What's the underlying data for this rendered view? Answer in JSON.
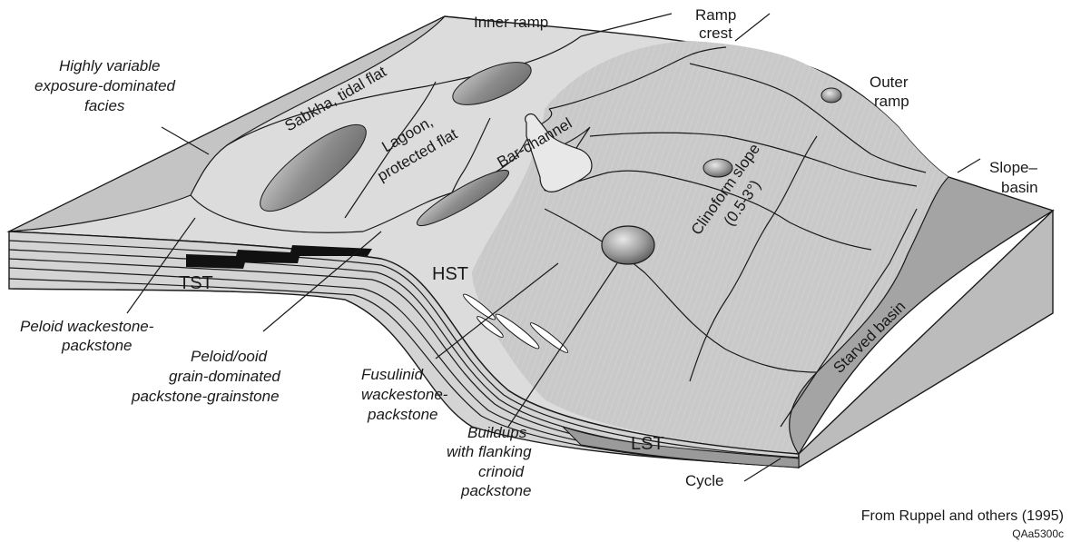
{
  "labels": {
    "inner_ramp": "Inner ramp",
    "ramp_crest_1": "Ramp",
    "ramp_crest_2": "crest",
    "outer_ramp_1": "Outer",
    "outer_ramp_2": "ramp",
    "slope_basin_1": "Slope–",
    "slope_basin_2": "basin",
    "exposure_1": "Highly variable",
    "exposure_2": "exposure-dominated",
    "exposure_3": "facies",
    "sabkha": "Sabkha, tidal flat",
    "lagoon_1": "Lagoon,",
    "lagoon_2": "protected flat",
    "bar_channel": "Bar-channel",
    "clinoform_1": "Clinoform slope",
    "clinoform_2": "(0.5-3°)",
    "starved_basin": "Starved basin",
    "tst": "TST",
    "hst": "HST",
    "lst": "LST",
    "peloid_wack_1": "Peloid wackestone-",
    "peloid_wack_2": "packstone",
    "peloid_ooid_1": "Peloid/ooid",
    "peloid_ooid_2": "grain-dominated",
    "peloid_ooid_3": "packstone-grainstone",
    "fusulinid_1": "Fusulinid",
    "fusulinid_2": "wackestone-",
    "fusulinid_3": "packstone",
    "buildups_1": "Buildups",
    "buildups_2": "with flanking",
    "buildups_3": "crinoid",
    "buildups_4": "packstone",
    "cycle": "Cycle",
    "source": "From Ruppel and others (1995)",
    "figure_id": "QAa5300c"
  },
  "colors": {
    "inner_surface": "#dcdcdc",
    "outer_surface": "#c6c6c6",
    "basin_surface": "#9a9a9a",
    "block_side": "#d4d4d4",
    "dark_layer": "#111111",
    "lens": "#8c8c8c",
    "line": "#1a1a1a"
  }
}
